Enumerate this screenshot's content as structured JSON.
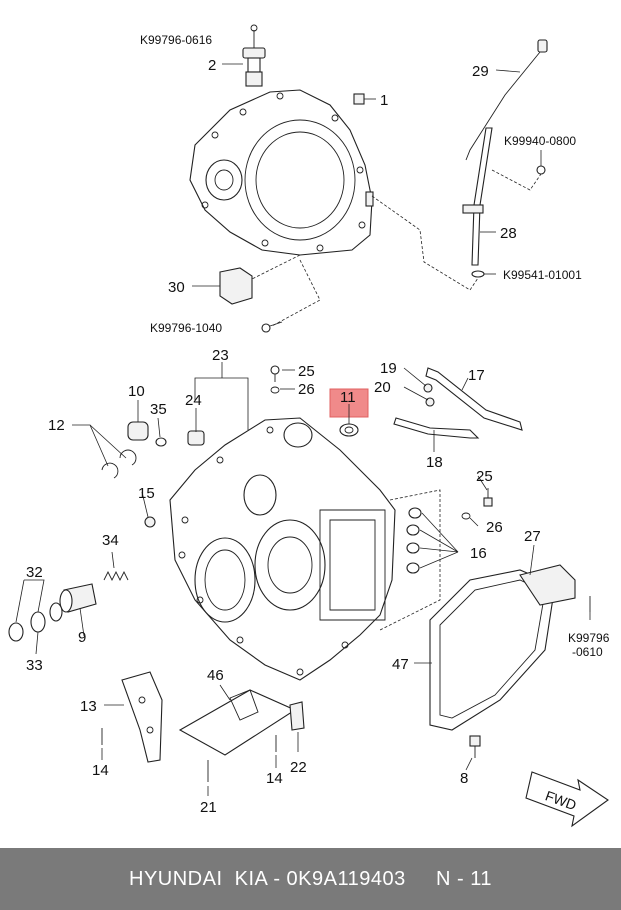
{
  "labels": {
    "n1": "1",
    "n2": "2",
    "n8": "8",
    "n9": "9",
    "n10": "10",
    "n11": "11",
    "n12": "12",
    "n13": "13",
    "n14a": "14",
    "n14b": "14",
    "n15": "15",
    "n16": "16",
    "n17": "17",
    "n18": "18",
    "n19": "19",
    "n20": "20",
    "n21": "21",
    "n22": "22",
    "n23": "23",
    "n24": "24",
    "n25a": "25",
    "n25b": "25",
    "n26a": "26",
    "n26b": "26",
    "n27": "27",
    "n28": "28",
    "n29": "29",
    "n30": "30",
    "n32": "32",
    "n33": "33",
    "n34": "34",
    "n35": "35",
    "n46": "46",
    "n47": "47"
  },
  "codes": {
    "c_k99796_0616_top": "K99796-0616",
    "c_k99940_0800": "K99940-0800",
    "c_k99541_01001": "K99541-01001",
    "c_k99796_1040": "K99796-1040",
    "c_k99796_line1": "K99796",
    "c_k99796_line2": "-0610"
  },
  "fwd_label": "FWD",
  "footer": {
    "text": "HYUNDAI  KIA - 0K9A119403     N - 11"
  },
  "colors": {
    "highlight": "#f08a8a",
    "footer_bg": "#7a7a7a"
  }
}
